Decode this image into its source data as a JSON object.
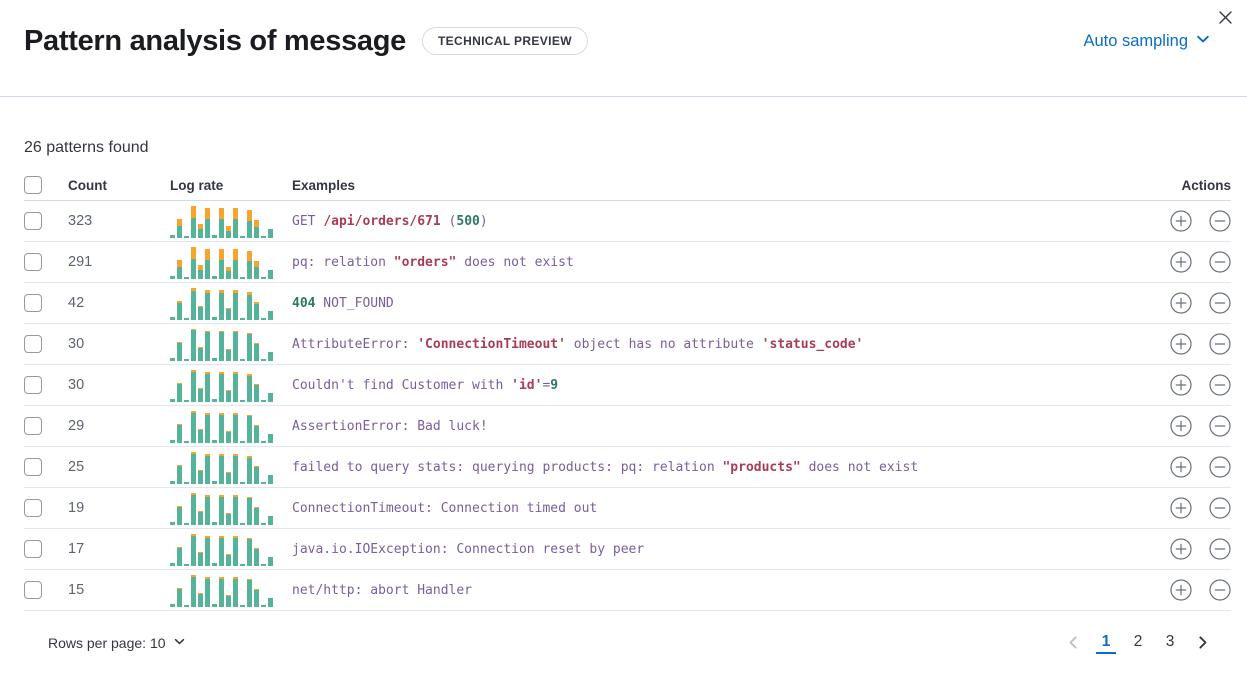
{
  "header": {
    "title": "Pattern analysis of message",
    "badge": "TECHNICAL PREVIEW",
    "sampling": "Auto sampling"
  },
  "summary": "26 patterns found",
  "table": {
    "columns": {
      "count": "Count",
      "log_rate": "Log rate",
      "examples": "Examples",
      "actions": "Actions"
    },
    "rows": [
      {
        "count": "323",
        "orange_ratio": 0.38,
        "tokens": [
          [
            "GET ",
            "purple"
          ],
          [
            "/api/orders/671",
            "red"
          ],
          [
            " (",
            "purple"
          ],
          [
            "500",
            "green"
          ],
          [
            ")",
            "purple"
          ]
        ]
      },
      {
        "count": "291",
        "orange_ratio": 0.36,
        "tokens": [
          [
            "pq: relation ",
            "purple"
          ],
          [
            "\"orders\"",
            "red"
          ],
          [
            " does not exist",
            "purple"
          ]
        ]
      },
      {
        "count": "42",
        "orange_ratio": 0.09,
        "tokens": [
          [
            "404",
            "green"
          ],
          [
            " NOT_FOUND",
            "purple"
          ]
        ]
      },
      {
        "count": "30",
        "orange_ratio": 0.04,
        "tokens": [
          [
            "AttributeError: ",
            "purple"
          ],
          [
            "'ConnectionTimeout'",
            "red"
          ],
          [
            " object has no attribute ",
            "purple"
          ],
          [
            "'status_code'",
            "red"
          ]
        ]
      },
      {
        "count": "30",
        "orange_ratio": 0.07,
        "tokens": [
          [
            "Couldn't find Customer with ",
            "purple"
          ],
          [
            "'id'",
            "red"
          ],
          [
            "=",
            "purple"
          ],
          [
            "9",
            "green"
          ]
        ]
      },
      {
        "count": "29",
        "orange_ratio": 0.05,
        "tokens": [
          [
            "AssertionError: Bad luck!",
            "purple"
          ]
        ]
      },
      {
        "count": "25",
        "orange_ratio": 0.06,
        "tokens": [
          [
            "failed to query stats: querying products: pq: relation ",
            "purple"
          ],
          [
            "\"products\"",
            "red"
          ],
          [
            " does not exist",
            "purple"
          ]
        ]
      },
      {
        "count": "19",
        "orange_ratio": 0.05,
        "tokens": [
          [
            "ConnectionTimeout: Connection timed out",
            "purple"
          ]
        ]
      },
      {
        "count": "17",
        "orange_ratio": 0.05,
        "tokens": [
          [
            "java.io.IOException: Connection reset by peer",
            "purple"
          ]
        ]
      },
      {
        "count": "15",
        "orange_ratio": 0.05,
        "tokens": [
          [
            "net/http: abort Handler",
            "purple"
          ]
        ]
      }
    ]
  },
  "footer": {
    "rows_per_page": "Rows per page: 10",
    "pages": [
      "1",
      "2",
      "3"
    ],
    "current_page": "1"
  },
  "colors": {
    "link_blue": "#0b6cc8",
    "token_purple": "#7a5e9c",
    "token_red": "#a93d57",
    "token_green": "#2d785f",
    "bar_teal": "#54b399",
    "bar_orange": "#f9a42c"
  },
  "chart_data": {
    "type": "bar",
    "description": "Log-rate sparkline repeated on each table row: 15 stacked bars over time; teal bottom segment = baseline docs, orange top segment = pattern docs. Same time profile for every row, orange share scales with the row count (orange_ratio per row).",
    "bar_profile_pct": [
      9,
      58,
      6,
      100,
      45,
      94,
      9,
      94,
      39,
      94,
      6,
      88,
      55,
      6,
      27
    ],
    "xlabel": "",
    "ylabel": "",
    "legend": "none",
    "grid": false
  }
}
